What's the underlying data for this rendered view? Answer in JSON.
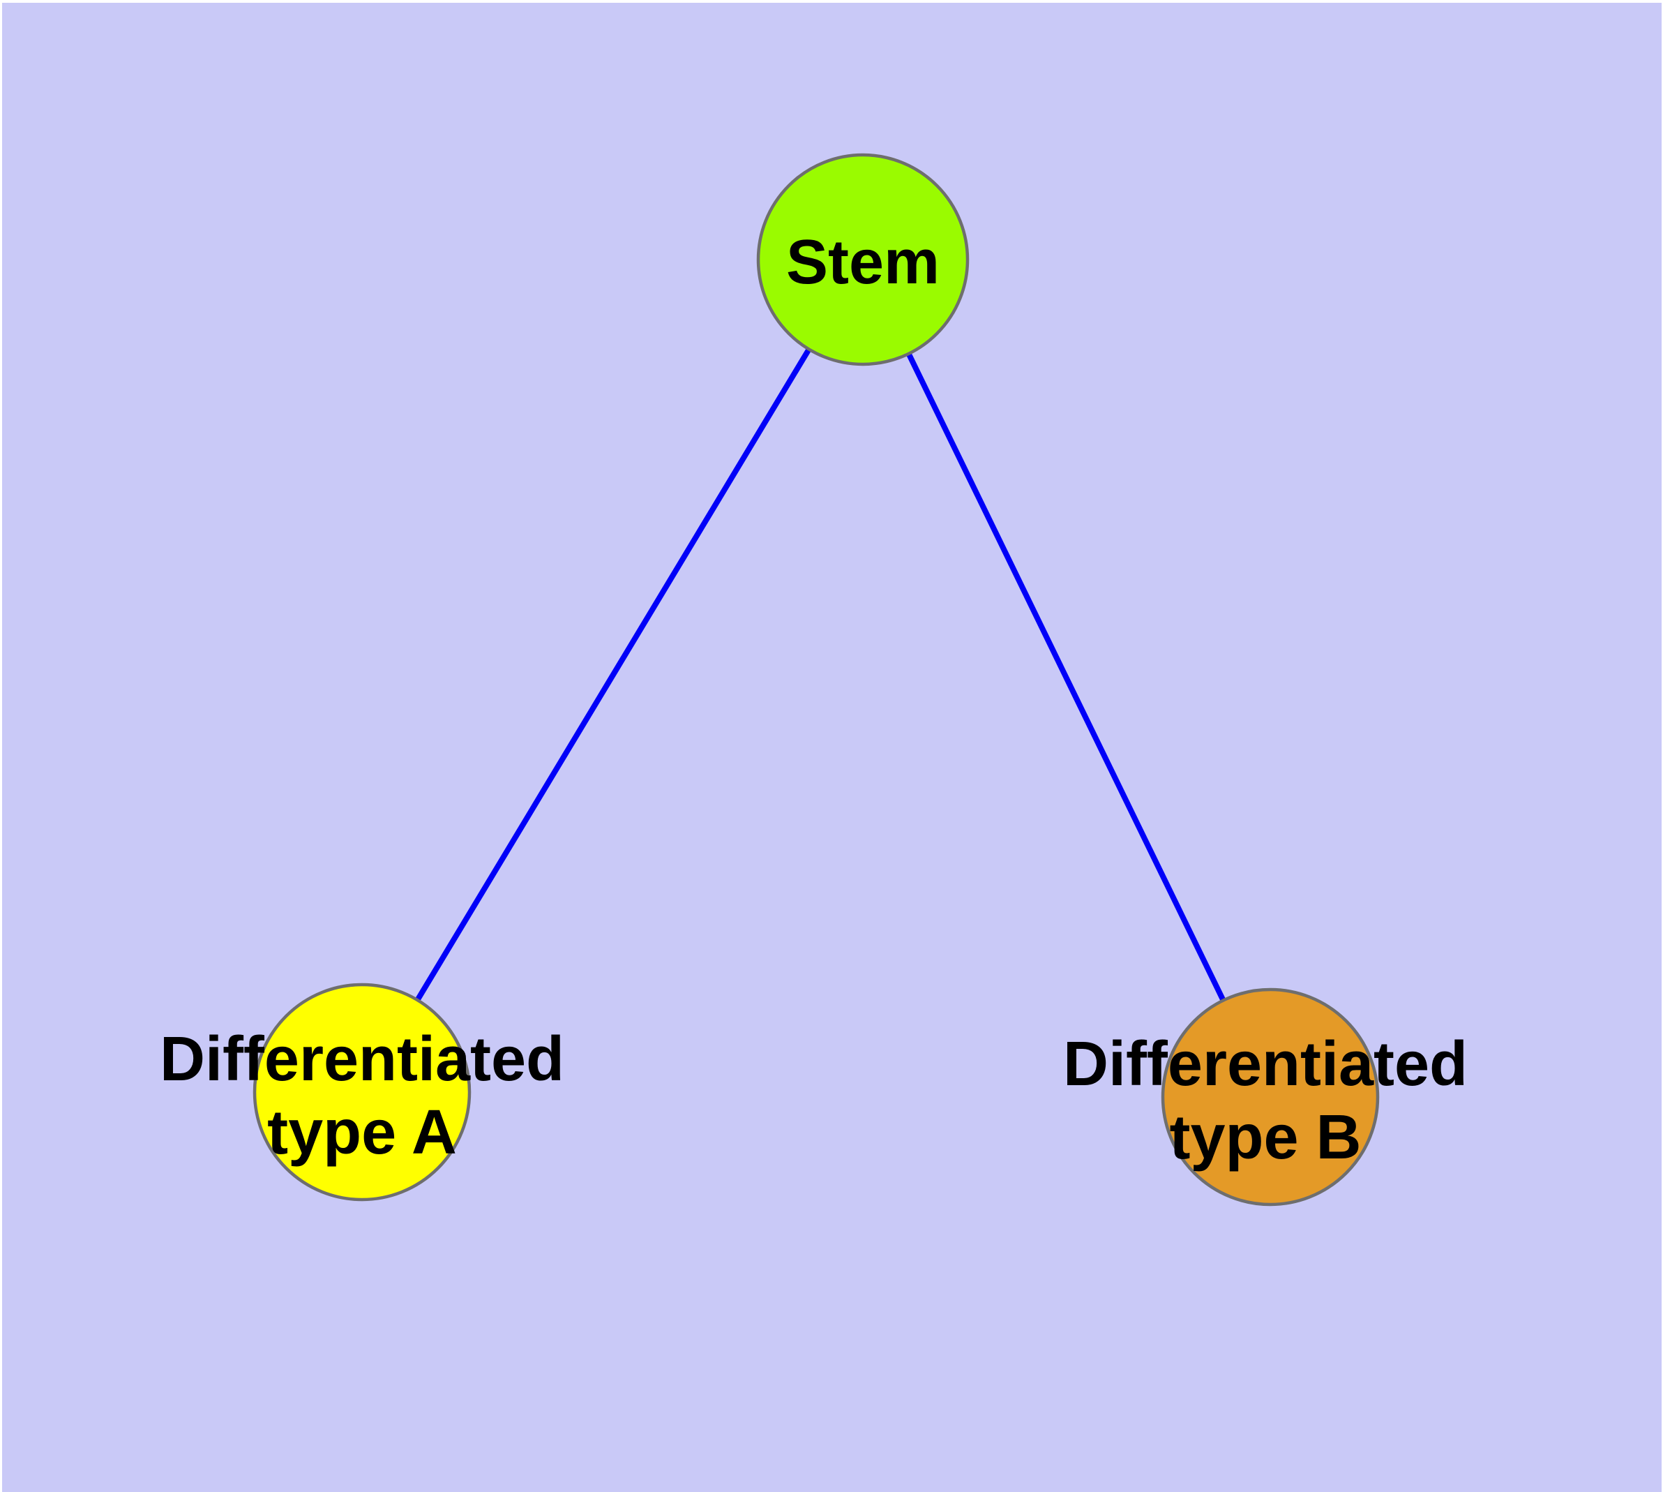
{
  "figure": {
    "type": "graph-diagram",
    "background_color": "#C9C9F7",
    "page_margin_color": "#FFFFFF",
    "edge_style": {
      "color": "#0000F8",
      "width": 8
    },
    "node_border": {
      "color": "#6E6E6E",
      "width": 4.5
    },
    "nodes": {
      "stem": {
        "label": "Stem",
        "fill": "#9AFB00"
      },
      "typeA": {
        "label_line1": "Differentiated",
        "label_line2": "type A",
        "fill": "#FFFF00"
      },
      "typeB": {
        "label_line1": "Differentiated",
        "label_line2": "type B",
        "fill": "#E49A27"
      }
    },
    "edges": [
      {
        "from": "Stem",
        "to": "Differentiated type A"
      },
      {
        "from": "Stem",
        "to": "Differentiated type B"
      }
    ]
  }
}
